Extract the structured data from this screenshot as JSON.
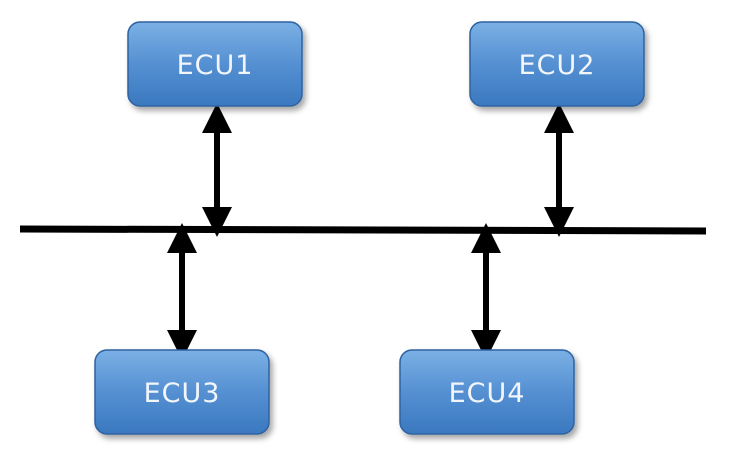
{
  "diagram": {
    "nodes": [
      {
        "id": "ecu1",
        "label": "ECU1"
      },
      {
        "id": "ecu2",
        "label": "ECU2"
      },
      {
        "id": "ecu3",
        "label": "ECU3"
      },
      {
        "id": "ecu4",
        "label": "ECU4"
      }
    ],
    "connections": [
      {
        "from": "ecu1",
        "to": "bus",
        "direction": "bidirectional"
      },
      {
        "from": "ecu2",
        "to": "bus",
        "direction": "bidirectional"
      },
      {
        "from": "ecu3",
        "to": "bus",
        "direction": "bidirectional"
      },
      {
        "from": "ecu4",
        "to": "bus",
        "direction": "bidirectional"
      }
    ],
    "colors": {
      "node_fill_top": "#6fa6dd",
      "node_fill_bottom": "#3a78bf",
      "node_border": "#2e62a0",
      "node_text": "#f2f6fb",
      "bus_line": "#000000",
      "arrow": "#000000"
    }
  }
}
